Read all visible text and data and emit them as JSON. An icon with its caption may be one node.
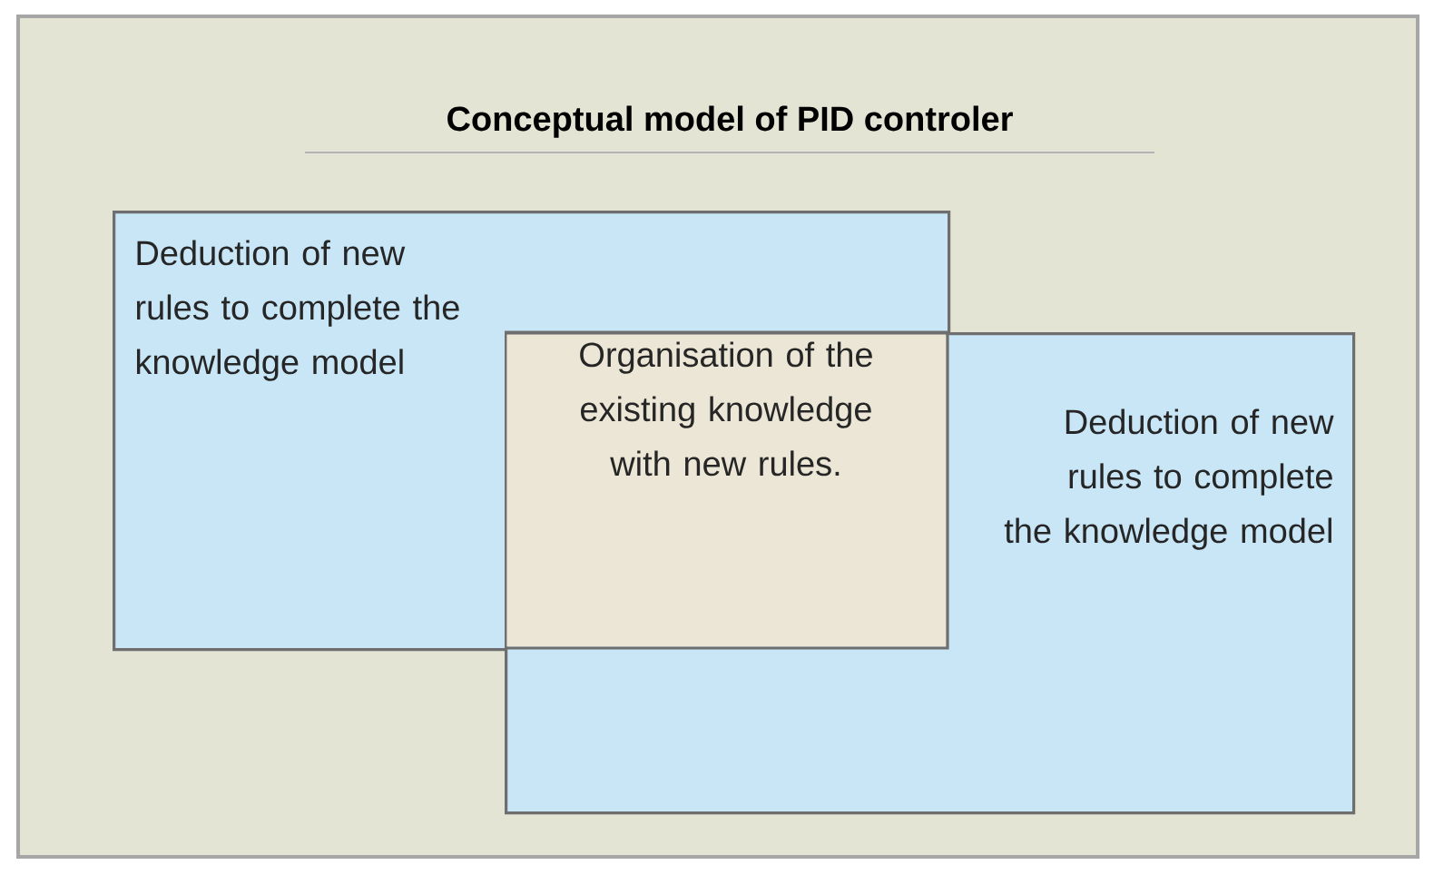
{
  "diagram": {
    "title": "Conceptual model of PID controler",
    "nodes": [
      {
        "text": [
          "Deduction of new rules to complete the knowledge model"
        ]
      },
      {
        "text": [
          "Deduction of new rules to complete the knowledge model"
        ]
      },
      {
        "text": [
          "Organisation of the existing knowledge with new rules."
        ]
      }
    ]
  }
}
